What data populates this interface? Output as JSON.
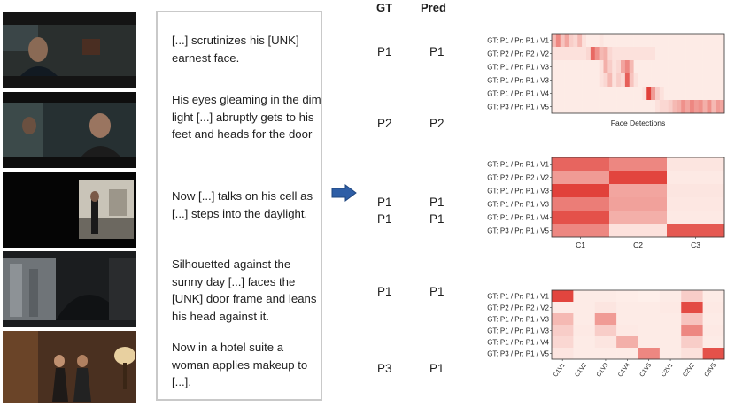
{
  "captions": [
    "[...] scrutinizes his [UNK] earnest face.",
    "His eyes gleaming in the dim light [...] abruptly gets to his feet and heads for the door",
    "Now [...] talks on his cell as [...] steps into the daylight.",
    "Silhouetted against the sunny day [...] faces the [UNK] door frame and leans his head against it.",
    "Now in a hotel suite a woman applies makeup to [...]."
  ],
  "headers": {
    "gt": "GT",
    "pred": "Pred"
  },
  "assignments": [
    {
      "gt": "P1",
      "pred": "P1"
    },
    {
      "gt": "P2",
      "pred": "P2"
    },
    {
      "gt": "P1",
      "pred": "P1"
    },
    {
      "gt": "P1",
      "pred": "P1"
    },
    {
      "gt": "P1",
      "pred": "P1"
    },
    {
      "gt": "P3",
      "pred": "P1"
    }
  ],
  "chart_data": [
    {
      "type": "heatmap",
      "xlabel": "Face Detections",
      "rows": [
        "GT: P1 / Pr: P1 / V1",
        "GT: P2 / Pr: P2 / V2",
        "GT: P1 / Pr: P1 / V3",
        "GT: P1 / Pr: P1 / V3",
        "GT: P1 / Pr: P1 / V4",
        "GT: P3 / Pr: P1 / V5"
      ],
      "columns": [],
      "values": [
        [
          0.3,
          0.55,
          0.25,
          0.4,
          0.2,
          0.15,
          0.3,
          0.1,
          0.05,
          0.05,
          0.05,
          0.08,
          0.05,
          0.05,
          0.05,
          0.05,
          0.05,
          0.05,
          0.05,
          0.05,
          0.05,
          0.05,
          0.05,
          0.05,
          0.05,
          0.05,
          0.05,
          0.05,
          0.05,
          0.05,
          0.05,
          0.05,
          0.05,
          0.05,
          0.05,
          0.05,
          0.05,
          0.05,
          0.05,
          0.05
        ],
        [
          0.1,
          0.1,
          0.1,
          0.1,
          0.1,
          0.1,
          0.1,
          0.1,
          0.15,
          0.7,
          0.5,
          0.3,
          0.35,
          0.15,
          0.1,
          0.1,
          0.1,
          0.1,
          0.1,
          0.1,
          0.1,
          0.1,
          0.1,
          0.1,
          0.05,
          0.05,
          0.05,
          0.05,
          0.05,
          0.05,
          0.05,
          0.05,
          0.05,
          0.05,
          0.05,
          0.05,
          0.05,
          0.05,
          0.05,
          0.05
        ],
        [
          0.05,
          0.05,
          0.05,
          0.05,
          0.05,
          0.05,
          0.05,
          0.05,
          0.05,
          0.05,
          0.05,
          0.1,
          0.35,
          0.2,
          0.1,
          0.15,
          0.4,
          0.55,
          0.3,
          0.05,
          0.05,
          0.05,
          0.05,
          0.05,
          0.05,
          0.05,
          0.05,
          0.05,
          0.05,
          0.05,
          0.05,
          0.05,
          0.05,
          0.05,
          0.05,
          0.05,
          0.05,
          0.05,
          0.05,
          0.05
        ],
        [
          0.05,
          0.05,
          0.05,
          0.05,
          0.05,
          0.05,
          0.05,
          0.05,
          0.05,
          0.05,
          0.05,
          0.1,
          0.15,
          0.3,
          0.1,
          0.2,
          0.15,
          0.75,
          0.25,
          0.1,
          0.05,
          0.05,
          0.05,
          0.05,
          0.05,
          0.05,
          0.05,
          0.05,
          0.05,
          0.05,
          0.05,
          0.05,
          0.05,
          0.05,
          0.05,
          0.05,
          0.05,
          0.05,
          0.05,
          0.05
        ],
        [
          0.05,
          0.05,
          0.05,
          0.05,
          0.05,
          0.05,
          0.05,
          0.05,
          0.05,
          0.05,
          0.05,
          0.05,
          0.05,
          0.05,
          0.05,
          0.05,
          0.05,
          0.05,
          0.05,
          0.05,
          0.05,
          0.1,
          0.9,
          0.45,
          0.2,
          0.1,
          0.05,
          0.05,
          0.05,
          0.05,
          0.05,
          0.05,
          0.05,
          0.05,
          0.05,
          0.05,
          0.05,
          0.05,
          0.05,
          0.05
        ],
        [
          0.05,
          0.05,
          0.05,
          0.05,
          0.05,
          0.05,
          0.05,
          0.05,
          0.05,
          0.05,
          0.05,
          0.05,
          0.05,
          0.05,
          0.05,
          0.05,
          0.05,
          0.05,
          0.05,
          0.05,
          0.05,
          0.05,
          0.05,
          0.05,
          0.1,
          0.15,
          0.15,
          0.2,
          0.3,
          0.35,
          0.5,
          0.4,
          0.55,
          0.45,
          0.5,
          0.35,
          0.5,
          0.3,
          0.45,
          0.4
        ]
      ]
    },
    {
      "type": "heatmap",
      "rows": [
        "GT: P1 / Pr: P1 / V1",
        "GT: P2 / Pr: P2 / V2",
        "GT: P1 / Pr: P1 / V3",
        "GT: P1 / Pr: P1 / V3",
        "GT: P1 / Pr: P1 / V4",
        "GT: P3 / Pr: P1 / V5"
      ],
      "columns": [
        "C1",
        "C2",
        "C3"
      ],
      "values": [
        [
          0.72,
          0.55,
          0.08
        ],
        [
          0.45,
          0.88,
          0.06
        ],
        [
          0.9,
          0.4,
          0.08
        ],
        [
          0.6,
          0.42,
          0.07
        ],
        [
          0.82,
          0.35,
          0.06
        ],
        [
          0.55,
          0.1,
          0.78
        ]
      ]
    },
    {
      "type": "heatmap",
      "rows": [
        "GT: P1 / Pr: P1 / V1",
        "GT: P2 / Pr: P2 / V2",
        "GT: P1 / Pr: P1 / V3",
        "GT: P1 / Pr: P1 / V3",
        "GT: P1 / Pr: P1 / V4",
        "GT: P3 / Pr: P1 / V5"
      ],
      "columns": [
        "C1V1",
        "C1V2",
        "C1V3",
        "C1V4",
        "C1V5",
        "C2V1",
        "C2V2",
        "C3V5"
      ],
      "values": [
        [
          0.88,
          0.05,
          0.05,
          0.04,
          0.03,
          0.05,
          0.2,
          0.05
        ],
        [
          0.05,
          0.05,
          0.08,
          0.05,
          0.05,
          0.06,
          0.85,
          0.06
        ],
        [
          0.3,
          0.05,
          0.45,
          0.05,
          0.05,
          0.05,
          0.25,
          0.05
        ],
        [
          0.2,
          0.06,
          0.2,
          0.06,
          0.05,
          0.05,
          0.55,
          0.06
        ],
        [
          0.15,
          0.05,
          0.08,
          0.35,
          0.05,
          0.05,
          0.2,
          0.05
        ],
        [
          0.08,
          0.05,
          0.05,
          0.05,
          0.55,
          0.05,
          0.1,
          0.82
        ]
      ]
    }
  ]
}
